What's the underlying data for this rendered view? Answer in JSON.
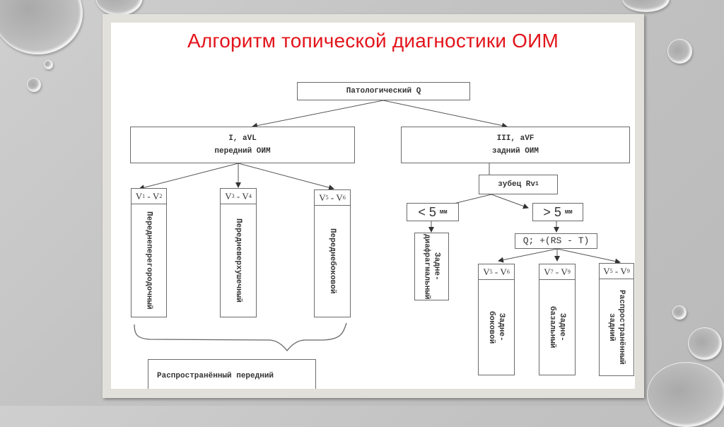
{
  "slide": {
    "title": "Алгоритм топической диагностики ОИМ",
    "title_color": "#e3141b"
  },
  "diagram": {
    "root": "Патологический Q",
    "anterior": {
      "line1": "I, aVL",
      "line2": "передний ОИМ",
      "branches": [
        {
          "leads_a": "V",
          "sub_a": "1",
          "leads_b": "V",
          "sub_b": "2",
          "label": "Переднеперегородочный"
        },
        {
          "leads_a": "V",
          "sub_a": "3",
          "leads_b": "V",
          "sub_b": "4",
          "label": "Передневерхушечный"
        },
        {
          "leads_a": "V",
          "sub_a": "5",
          "leads_b": "V",
          "sub_b": "6",
          "label": "Переднебоковой"
        }
      ],
      "combined": "Распространённый передний"
    },
    "posterior": {
      "line1": "III, aVF",
      "line2": "задний ОИМ",
      "rv1": {
        "text": "зубец Rv",
        "sub": "1"
      },
      "less": {
        "sign": "<",
        "value": "5",
        "unit": "мм"
      },
      "more": {
        "sign": ">",
        "value": "5",
        "unit": "мм"
      },
      "less_result": "Задне-\nдиафрагмальный",
      "criteria": "Q; +(RS - T)",
      "branches": [
        {
          "leads_a": "V",
          "sub_a": "5",
          "leads_b": "V",
          "sub_b": "6",
          "label": "Задне-\nбоковой"
        },
        {
          "leads_a": "V",
          "sub_a": "7",
          "leads_b": "V",
          "sub_b": "9",
          "label": "Задне-\nбазальный"
        },
        {
          "leads_a": "V",
          "sub_a": "5",
          "leads_b": "V",
          "sub_b": "9",
          "label": "Распространённый\nзадний"
        }
      ]
    }
  }
}
